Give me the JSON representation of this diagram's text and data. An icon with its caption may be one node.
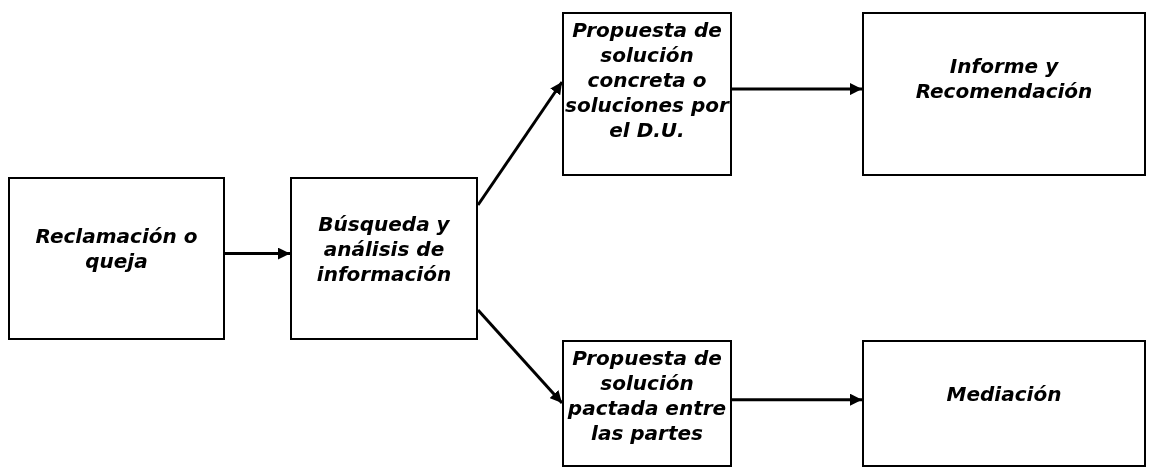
{
  "diagram": {
    "nodes": [
      {
        "text": [
          "Reclamación o queja"
        ]
      },
      {
        "text": [
          "Búsqueda y análisis de información"
        ]
      },
      {
        "text": [
          "Propuesta de solución concreta o soluciones por el D.U."
        ]
      },
      {
        "text": [
          "Informe y Recomendación"
        ]
      },
      {
        "text": [
          "Propuesta de solución pactada entre las partes"
        ]
      },
      {
        "text": [
          "Mediación"
        ]
      }
    ],
    "edges": [
      {
        "from": 0,
        "to": 1,
        "arrow": "to"
      },
      {
        "from": 1,
        "to": 2,
        "arrow": "to"
      },
      {
        "from": 1,
        "to": 4,
        "arrow": "to"
      },
      {
        "from": 2,
        "to": 3,
        "arrow": "to"
      },
      {
        "from": 4,
        "to": 5,
        "arrow": "to"
      }
    ]
  }
}
